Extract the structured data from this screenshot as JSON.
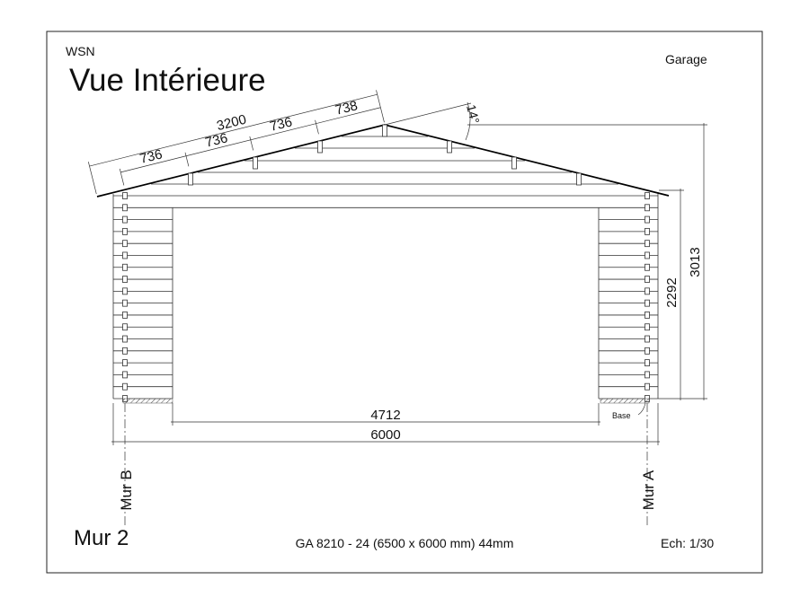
{
  "header": {
    "brand": "WSN",
    "title": "Vue Intérieure",
    "category": "Garage"
  },
  "footer": {
    "wall": "Mur 2",
    "model": "GA 8210 - 24 (6500 x 6000 mm) 44mm",
    "scale": "Ech: 1/30"
  },
  "dimensions": {
    "roof_total": "3200",
    "roof_segments": [
      "736",
      "736",
      "736",
      "738"
    ],
    "roof_angle": "14°",
    "total_height": "3013",
    "wall_height": "2292",
    "door_width": "4712",
    "total_width": "6000"
  },
  "labels": {
    "wall_left": "Mur B",
    "wall_right": "Mur A",
    "base": "Base"
  }
}
